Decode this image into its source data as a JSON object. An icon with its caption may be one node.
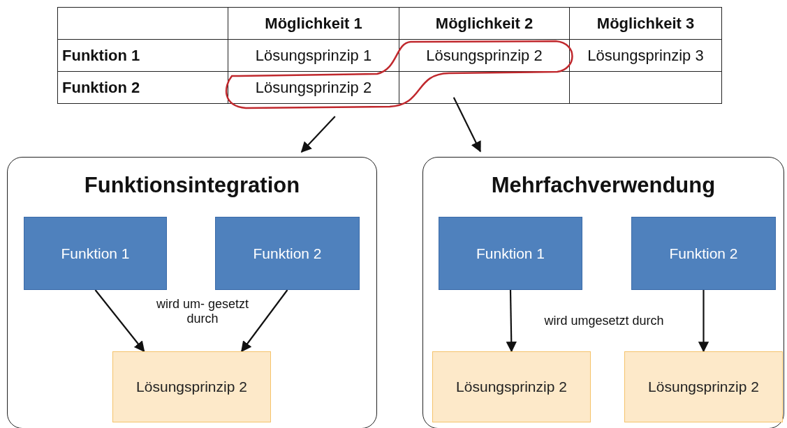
{
  "diagram": {
    "nodes": [
      {
        "text": [],
        "shape": "loop"
      },
      {
        "text": [
          "Funktionsintegration"
        ]
      },
      {
        "text": [
          "Funktion 1"
        ],
        "in": 1
      },
      {
        "text": [
          "Funktion 2"
        ],
        "in": 1
      },
      {
        "text": [
          "Lösungsprinzip 2"
        ],
        "in": 1
      },
      {
        "text": [
          "Mehrfachverwendung"
        ]
      },
      {
        "text": [
          "Funktion 1"
        ],
        "in": 5
      },
      {
        "text": [
          "Funktion 2"
        ],
        "in": 5
      },
      {
        "text": [
          "Lösungsprinzip 2"
        ],
        "in": 5
      },
      {
        "text": [
          "Lösungsprinzip 2"
        ],
        "in": 5
      }
    ],
    "edges": [
      {
        "from": 0,
        "to": 1,
        "arrow": "to"
      },
      {
        "from": 0,
        "to": 5,
        "arrow": "to"
      },
      {
        "from": 2,
        "to": 4,
        "arrow": "to",
        "label": "wird um- gesetzt durch"
      },
      {
        "from": 3,
        "to": 4,
        "arrow": "to"
      },
      {
        "from": 6,
        "to": 8,
        "arrow": "to",
        "label": "wird umgesetzt durch"
      },
      {
        "from": 7,
        "to": 9,
        "arrow": "to"
      }
    ],
    "labels": [
      "Möglichkeit 1",
      "Möglichkeit 2",
      "Möglichkeit 3",
      "Funktion 1",
      "Lösungsprinzip 1",
      "Lösungsprinzip 2",
      "Lösungsprinzip 3",
      "Funktion 2",
      "Lösungsprinzip 2"
    ]
  }
}
